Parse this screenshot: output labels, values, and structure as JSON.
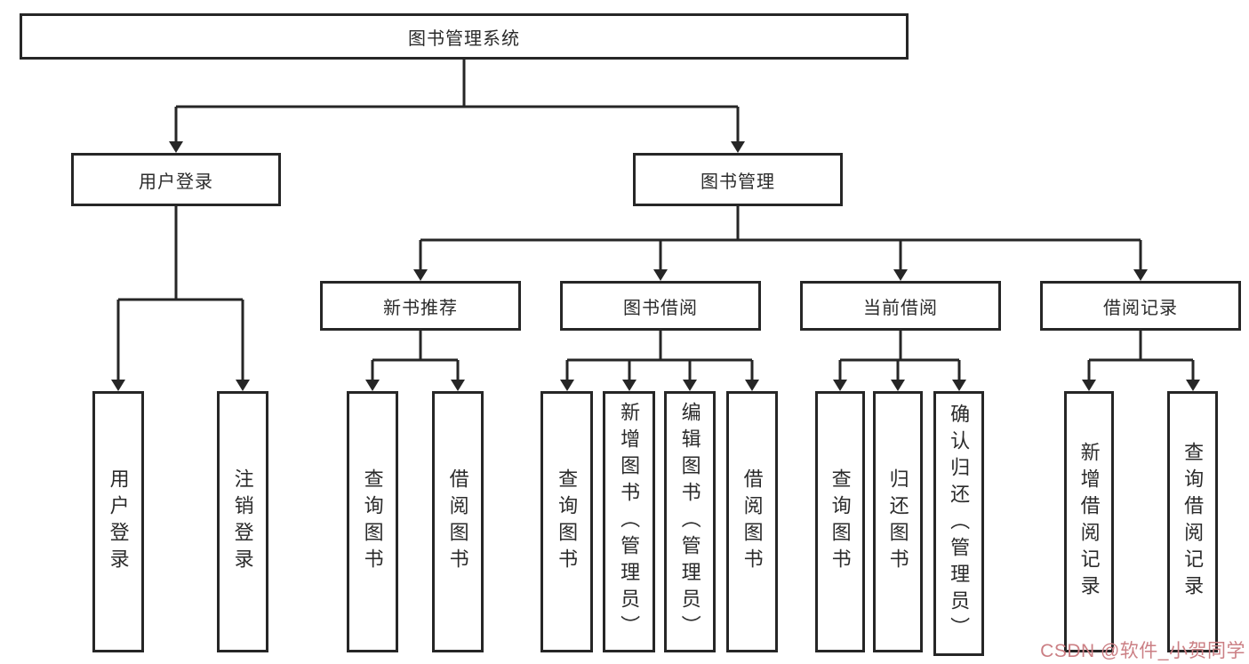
{
  "diagram": {
    "title": "图书管理系统",
    "branches": [
      {
        "label": "用户登录",
        "children": [
          "用户登录",
          "注销登录"
        ]
      },
      {
        "label": "图书管理",
        "groups": [
          {
            "label": "新书推荐",
            "children": [
              "查询图书",
              "借阅图书"
            ]
          },
          {
            "label": "图书借阅",
            "children": [
              "查询图书",
              "新增图书（管理员）",
              "编辑图书（管理员）",
              "借阅图书"
            ]
          },
          {
            "label": "当前借阅",
            "children": [
              "查询图书",
              "归还图书",
              "确认归还（管理员）"
            ]
          },
          {
            "label": "借阅记录",
            "children": [
              "新增借阅记录",
              "查询借阅记录"
            ]
          }
        ]
      }
    ]
  },
  "watermark": {
    "text": "CSDN @软件_小贺同学",
    "color": "#cb7f84"
  },
  "colors": {
    "line": "#262626",
    "box_border": "#262626",
    "text": "#2b2b2b",
    "background": "#ffffff"
  }
}
